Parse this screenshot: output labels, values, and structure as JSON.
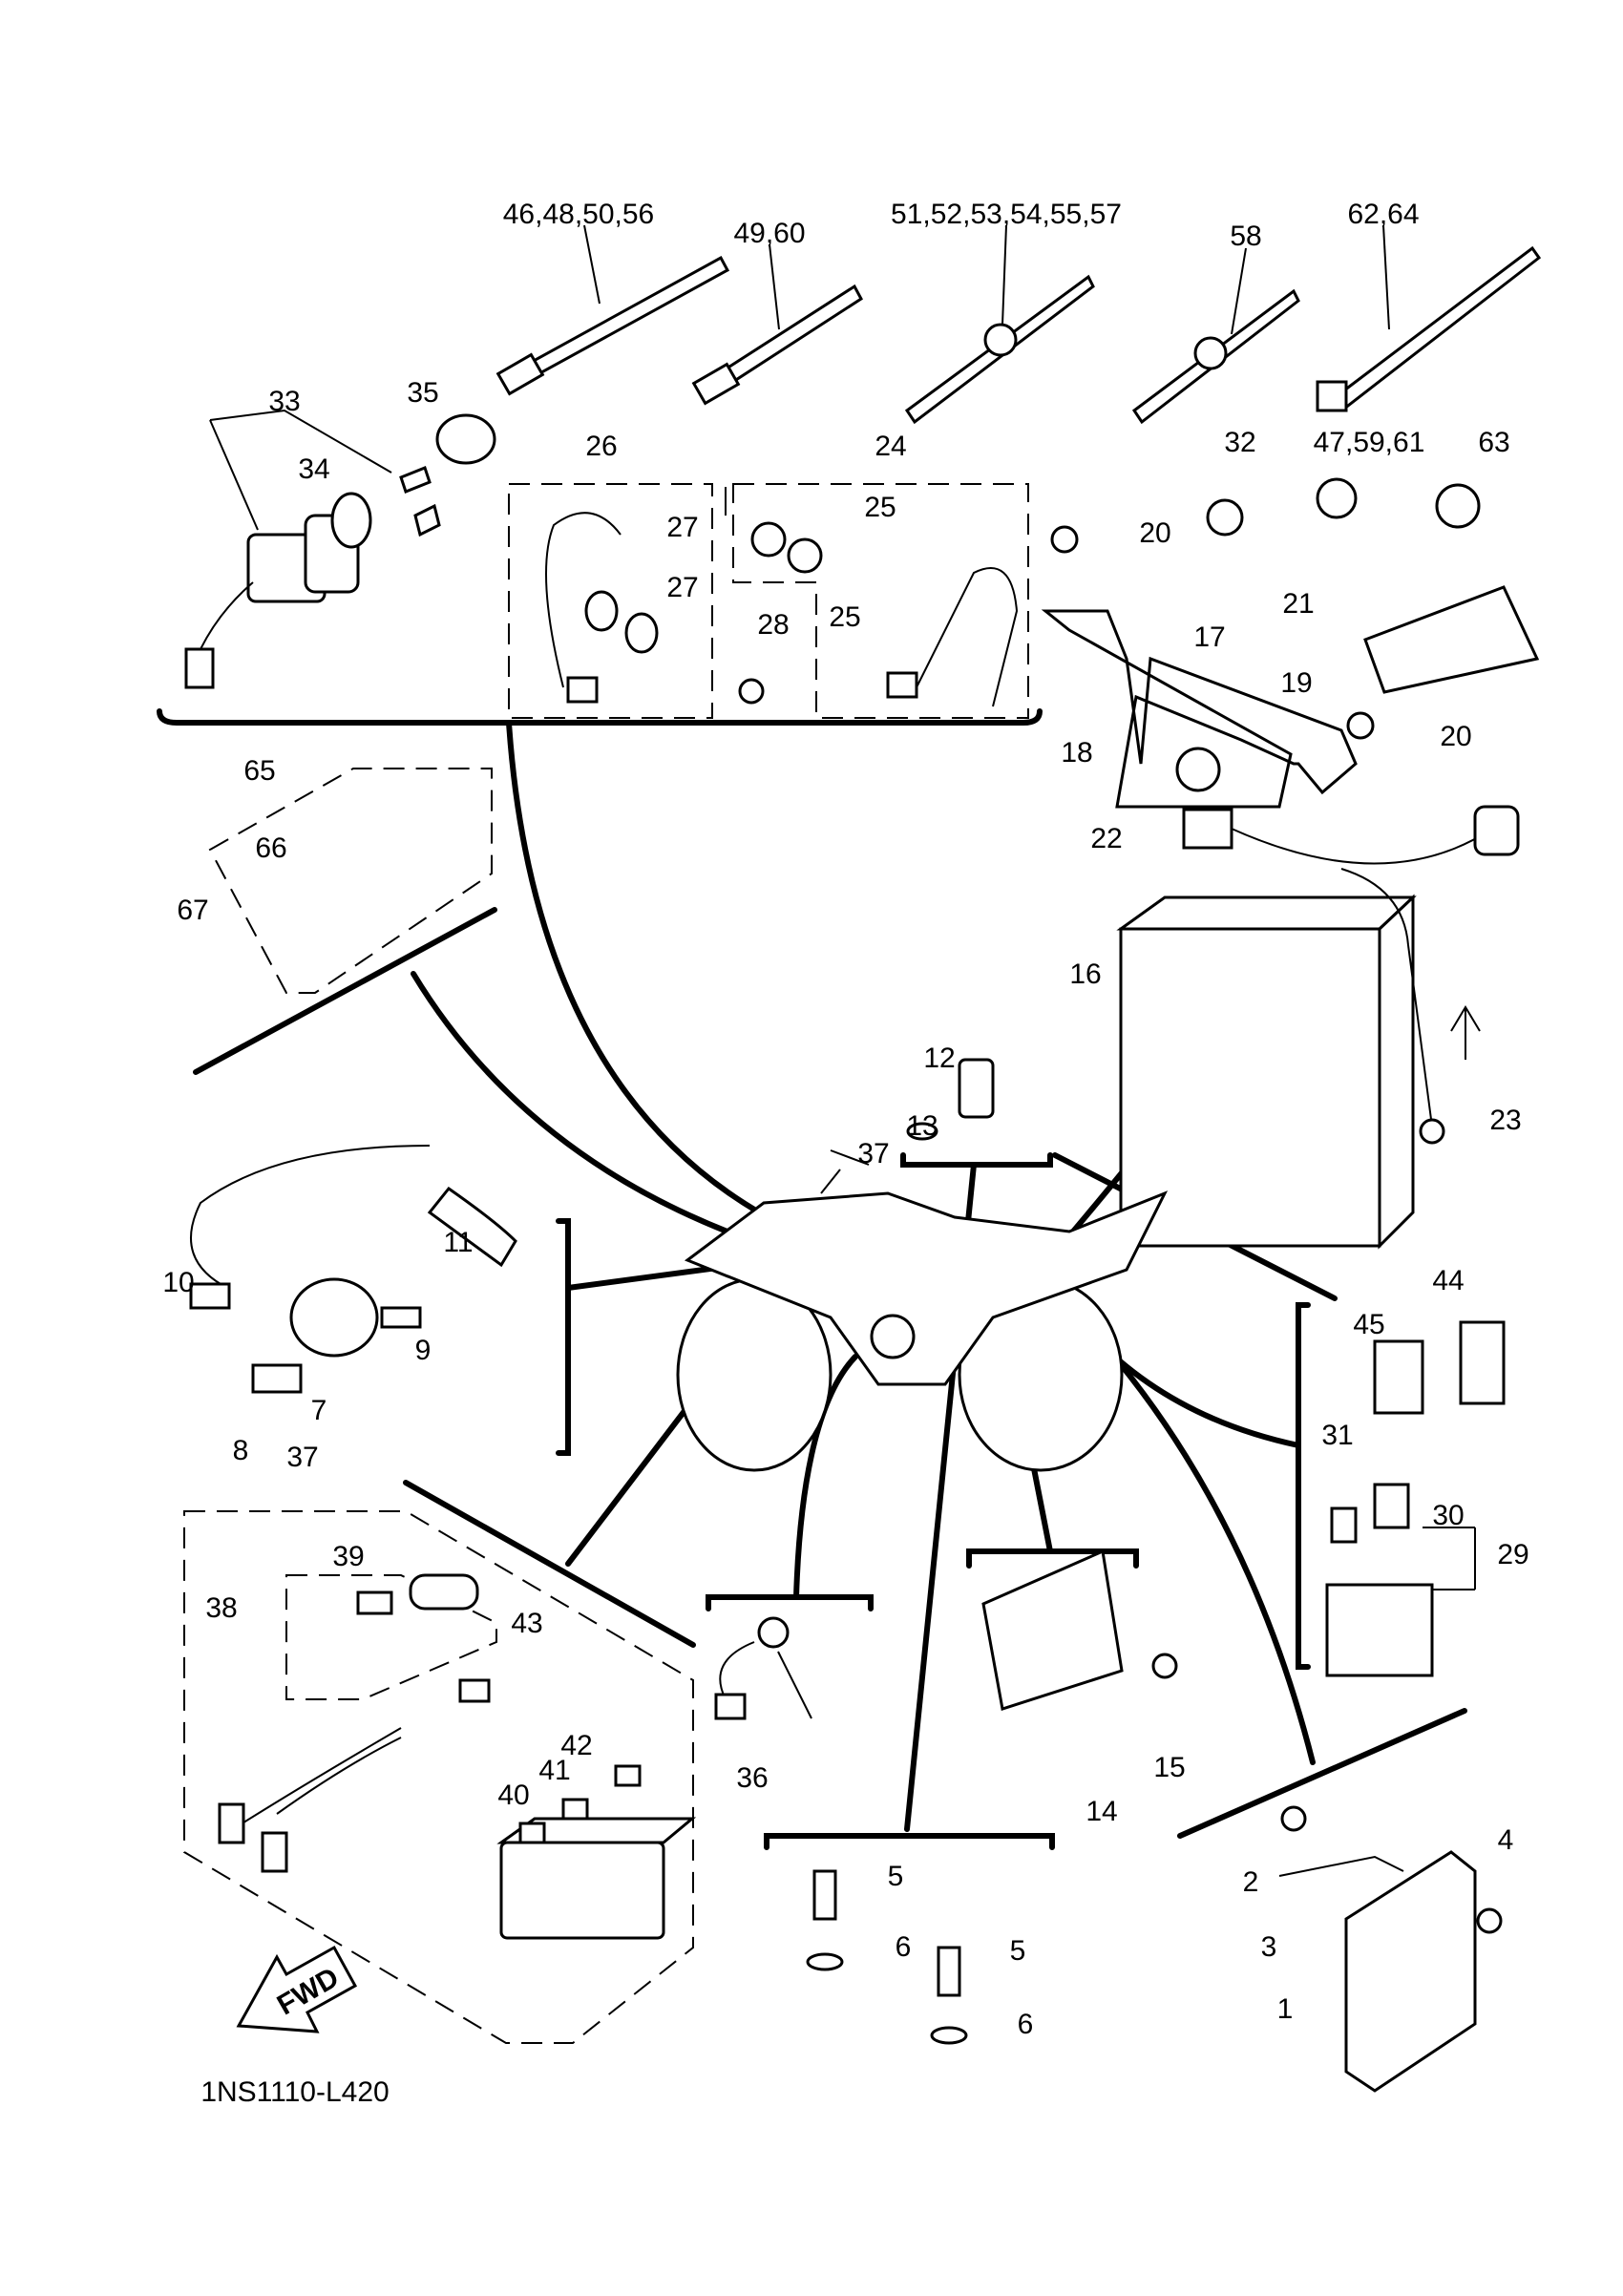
{
  "diagram_code": "1NS1110-L420",
  "fwd_label": "FWD",
  "callouts": [
    "46,48,50,56",
    "49,60",
    "51,52,53,54,55,57",
    "58",
    "62,64",
    "33",
    "35",
    "34",
    "26",
    "24",
    "27",
    "27",
    "25",
    "25",
    "28",
    "32",
    "47,59,61",
    "63",
    "20",
    "21",
    "17",
    "19",
    "20",
    "18",
    "22",
    "65",
    "66",
    "67",
    "16",
    "12",
    "13",
    "23",
    "37",
    "11",
    "10",
    "9",
    "7",
    "8",
    "44",
    "45",
    "31",
    "30",
    "29",
    "37",
    "39",
    "38",
    "43",
    "42",
    "41",
    "40",
    "36",
    "15",
    "14",
    "5",
    "6",
    "5",
    "6",
    "2",
    "4",
    "3",
    "1"
  ]
}
